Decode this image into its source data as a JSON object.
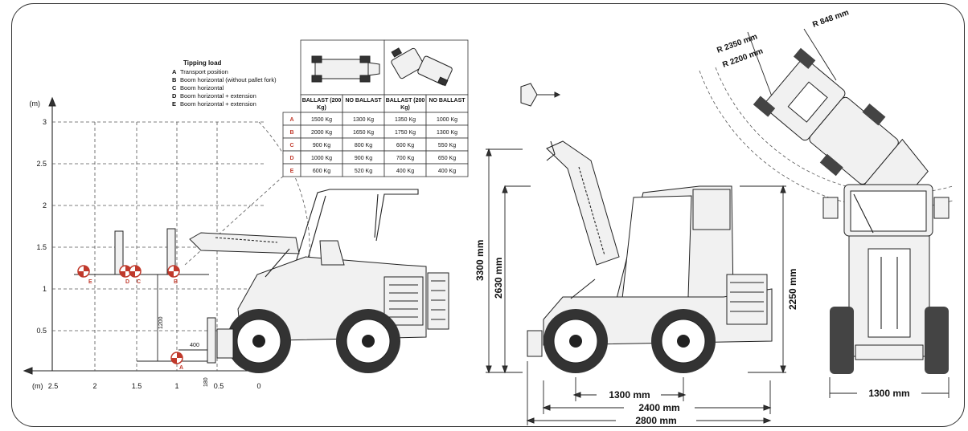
{
  "tipping_load": {
    "title": "Tipping load",
    "legend": [
      {
        "key": "A",
        "text": "Transport position"
      },
      {
        "key": "B",
        "text": "Boom horizontal (without pallet fork)"
      },
      {
        "key": "C",
        "text": "Boom horizontal"
      },
      {
        "key": "D",
        "text": "Boom horizontal + extension"
      },
      {
        "key": "E",
        "text": "Boom horizontal + extension"
      }
    ]
  },
  "table": {
    "headers": [
      "BALLAST (200 Kg)",
      "NO BALLAST",
      "BALLAST (200 Kg)",
      "NO BALLAST"
    ],
    "rows": [
      {
        "key": "A",
        "values": [
          "1500 Kg",
          "1300 Kg",
          "1350 Kg",
          "1000 Kg"
        ]
      },
      {
        "key": "B",
        "values": [
          "2000 Kg",
          "1650 Kg",
          "1750 Kg",
          "1300 Kg"
        ]
      },
      {
        "key": "C",
        "values": [
          "900 Kg",
          "800 Kg",
          "600 Kg",
          "550 Kg"
        ]
      },
      {
        "key": "D",
        "values": [
          "1000 Kg",
          "900 Kg",
          "700 Kg",
          "650 Kg"
        ]
      },
      {
        "key": "E",
        "values": [
          "600 Kg",
          "520 Kg",
          "400 Kg",
          "400 Kg"
        ]
      }
    ]
  },
  "load_chart": {
    "y_unit": "(m)",
    "x_unit": "(m)",
    "y_ticks": [
      "3",
      "2.5",
      "2",
      "1.5",
      "1",
      "0.5"
    ],
    "x_ticks": [
      "2.5",
      "2",
      "1.5",
      "1",
      "0.5",
      "0"
    ],
    "dim_400": "400",
    "dim_1200": "1200",
    "dim_180": "180",
    "points": [
      "A",
      "B",
      "C",
      "D",
      "E"
    ]
  },
  "side_view": {
    "height_total": "3300 mm",
    "height_cab": "2630 mm",
    "height_right": "2250 mm",
    "wheelbase": "1300 mm",
    "length_body": "2400 mm",
    "length_total": "2800 mm"
  },
  "turning": {
    "r_outer": "R 2350 mm",
    "r_inner": "R 2200 mm",
    "r_small": "R 848 mm"
  },
  "front_view": {
    "width": "1300 mm"
  },
  "colors": {
    "accent_red": "#c0392b",
    "line": "#222222"
  }
}
